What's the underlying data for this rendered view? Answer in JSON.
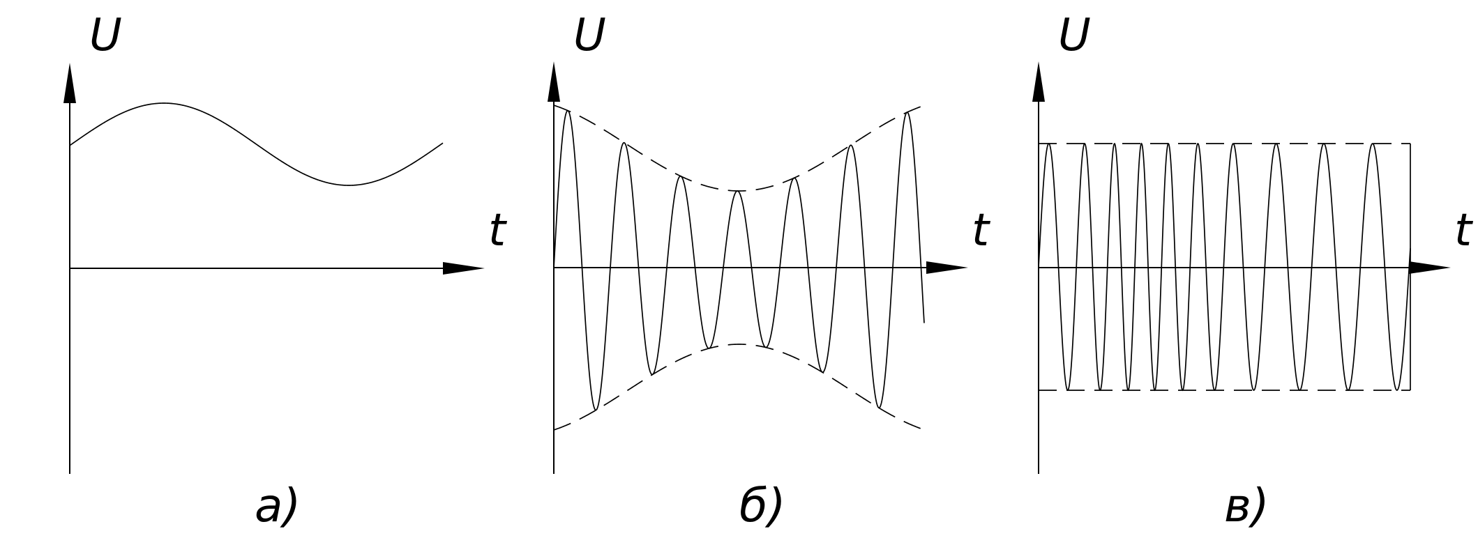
{
  "panels": [
    {
      "id": "a",
      "axis_y_label": "U",
      "axis_x_label": "t",
      "caption": "а)",
      "kind": "sine"
    },
    {
      "id": "b",
      "axis_y_label": "U",
      "axis_x_label": "t",
      "caption": "б)",
      "kind": "amplitude-modulated"
    },
    {
      "id": "c",
      "axis_y_label": "U",
      "axis_x_label": "t",
      "caption": "в)",
      "kind": "frequency-modulated"
    }
  ]
}
